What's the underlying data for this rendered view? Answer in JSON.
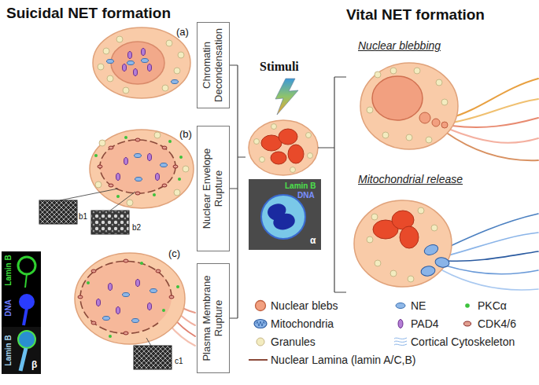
{
  "diagram": {
    "nodes": [
      {
        "text": [
          "Chromatin Decondensation"
        ]
      },
      {
        "text": [
          "Nuclear Envelope Rupture"
        ]
      },
      {
        "text": [
          "Plasma Membrane Rupture"
        ]
      }
    ],
    "labels": [
      "Suicidal NET formation",
      "Vital NET formation",
      "(a)",
      "(b)",
      "b1",
      "b2",
      "(c)",
      "c1",
      "Lamin B",
      "DNA",
      "Lamin B",
      "β",
      "Stimuli",
      "Lamin B",
      "DNA",
      "α",
      "Nuclear blebbing",
      "Mitochondrial release"
    ],
    "legend": [
      {
        "text": "Nuclear blebs"
      },
      {
        "text": "NE"
      },
      {
        "text": "PKCα"
      },
      {
        "text": "Mitochondria"
      },
      {
        "text": "PAD4"
      },
      {
        "text": "CDK4/6"
      },
      {
        "text": "Granules"
      },
      {
        "text": "Cortical Cytoskeleton"
      },
      {
        "text": "Nuclear Lamina (lamin A/C,B)"
      }
    ]
  }
}
